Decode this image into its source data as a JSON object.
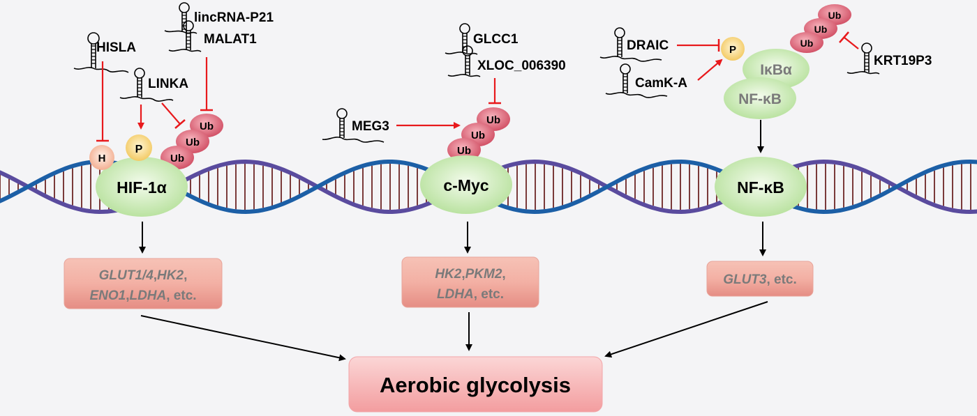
{
  "lncrnas": {
    "hisla": "HISLA",
    "lincrna_p21": "lincRNA-P21",
    "malat1": "MALAT1",
    "linka": "LINKA",
    "glcc1": "GLCC1",
    "xloc": "XLOC_006390",
    "meg3": "MEG3",
    "draic": "DRAIC",
    "camk_a": "CamK-A",
    "krt19p3": "KRT19P3"
  },
  "modifications": {
    "ub": "Ub",
    "p": "P",
    "h": "H"
  },
  "proteins": {
    "hif1a": "HIF-1α",
    "cmyc": "c-Myc",
    "nfkb": "NF-κB",
    "ikba": "IκBα",
    "nfkb_complex": "NF-κB"
  },
  "targets": {
    "hif": {
      "line1": [
        {
          "text": "GLUT1/4",
          "italic": true
        },
        {
          "text": ",",
          "italic": false
        },
        {
          "text": "HK2",
          "italic": true
        },
        {
          "text": ",",
          "italic": false
        }
      ],
      "line2": [
        {
          "text": "ENO1",
          "italic": true
        },
        {
          "text": ",",
          "italic": false
        },
        {
          "text": "LDHA",
          "italic": true
        },
        {
          "text": ", etc.",
          "italic": false
        }
      ]
    },
    "myc": {
      "line1": [
        {
          "text": "HK2",
          "italic": true
        },
        {
          "text": ",",
          "italic": false
        },
        {
          "text": "PKM2",
          "italic": true
        },
        {
          "text": ",",
          "italic": false
        }
      ],
      "line2": [
        {
          "text": "LDHA",
          "italic": true
        },
        {
          "text": ", etc.",
          "italic": false
        }
      ]
    },
    "nfkb": {
      "line1": [
        {
          "text": "GLUT3",
          "italic": true
        },
        {
          "text": ", etc.",
          "italic": false
        }
      ]
    }
  },
  "outcome": "Aerobic glycolysis",
  "colors": {
    "inhibit_arrow": "#e8191c",
    "activate_arrow": "#000000",
    "dna_strand_blue": "#1c5fa6",
    "dna_strand_purple": "#5a4b9e",
    "dna_rung": "#7a3a3a",
    "protein_green": "#c8eab2",
    "ub_pink": "#d9536a",
    "phospho_yellow": "#f5d36a",
    "hydroxyl_peach": "#f4b89a",
    "target_box": "#e9948a",
    "outcome_box": "#f7b5b5"
  }
}
